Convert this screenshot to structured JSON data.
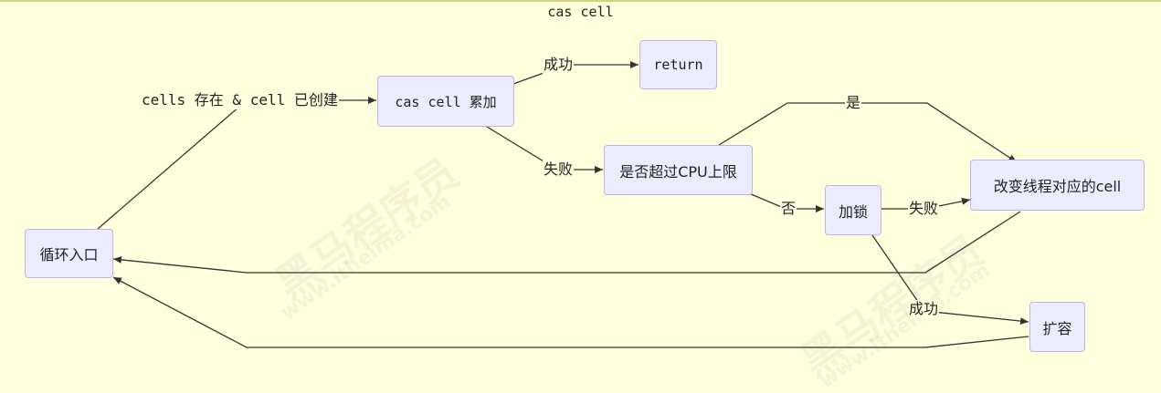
{
  "diagram": {
    "title": "cas cell",
    "nodes": {
      "loop_entry": "循环入口",
      "cas_cell_add": "cas cell 累加",
      "ret": "return",
      "check_cpu": "是否超过CPU上限",
      "lock": "加锁",
      "change_cell": "改变线程对应的cell",
      "expand": "扩容"
    },
    "edge_labels": {
      "cells_exist": "cells 存在 & cell 已创建",
      "cas_success": "成功",
      "cas_fail": "失败",
      "cpu_yes": "是",
      "cpu_no": "否",
      "lock_fail": "失败",
      "lock_success": "成功"
    }
  },
  "watermark": {
    "brand": "黑马程序员",
    "url": "www.itheima.com"
  }
}
